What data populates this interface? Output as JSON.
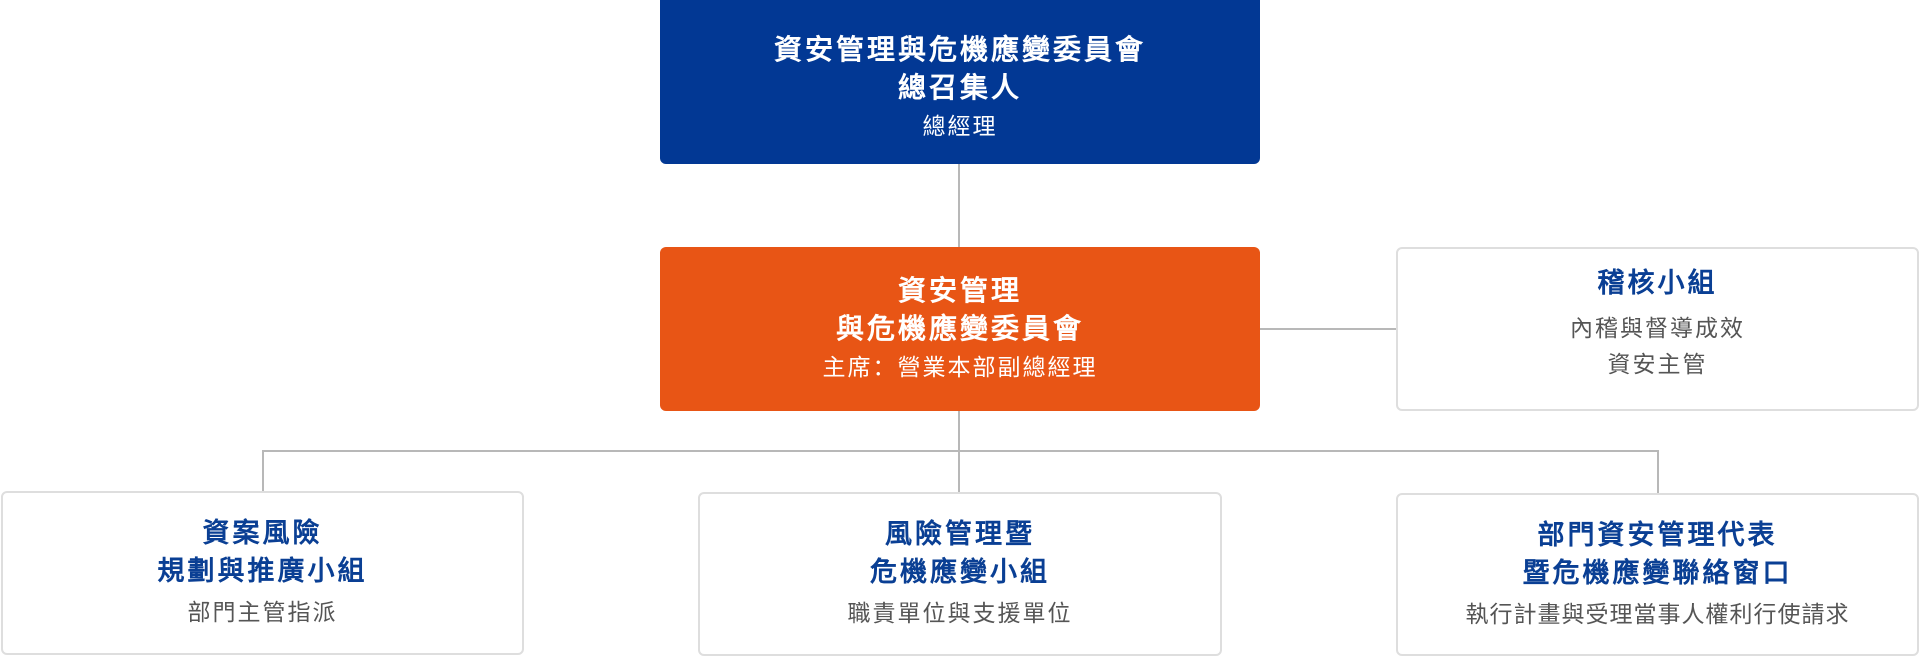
{
  "org_chart": {
    "top": {
      "title_lines": [
        "資安管理與危機應變委員會",
        "總召集人"
      ],
      "subtitle_lines": [
        "總經理"
      ],
      "color": "#023894"
    },
    "committee": {
      "title_lines": [
        "資安管理",
        "與危機應變委員會"
      ],
      "subtitle_lines": [
        "主席：營業本部副總經理"
      ],
      "color": "#e85515"
    },
    "audit": {
      "title_lines": [
        "稽核小組"
      ],
      "subtitle_lines": [
        "內稽與督導成效",
        "資安主管"
      ]
    },
    "groups": [
      {
        "title_lines": [
          "資案風險",
          "規劃與推廣小組"
        ],
        "subtitle_lines": [
          "部門主管指派"
        ]
      },
      {
        "title_lines": [
          "風險管理暨",
          "危機應變小組"
        ],
        "subtitle_lines": [
          "職責單位與支援單位"
        ]
      },
      {
        "title_lines": [
          "部門資安管理代表",
          "暨危機應變聯絡窗口"
        ],
        "subtitle_lines": [
          "執行計畫與受理當事人權利行使請求"
        ]
      }
    ],
    "colors": {
      "card_title": "#0a3f94",
      "card_subtitle": "#555555",
      "connector": "#b8b8b8",
      "card_border": "#dedede"
    }
  }
}
